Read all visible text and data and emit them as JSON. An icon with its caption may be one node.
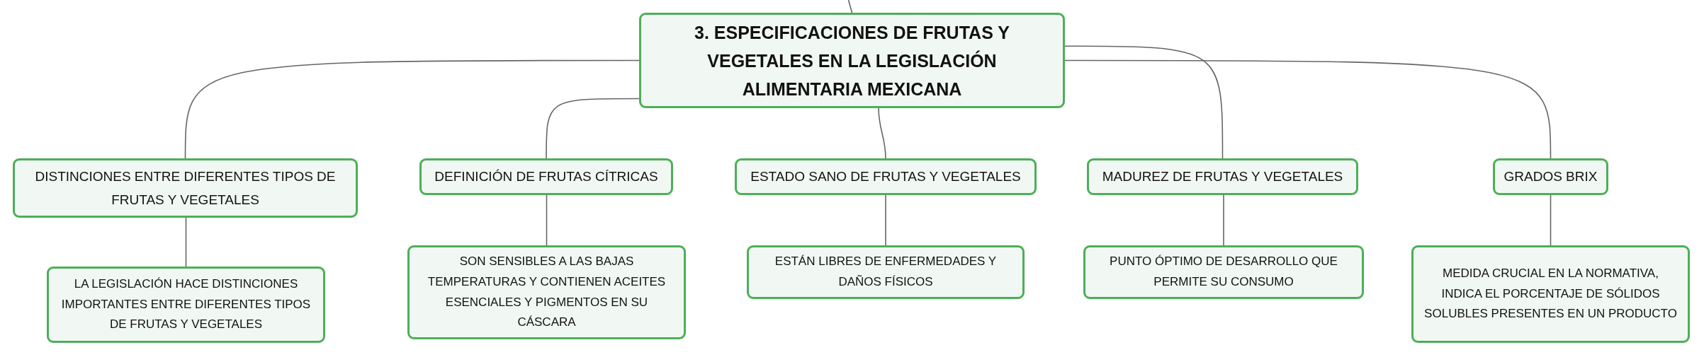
{
  "diagram": {
    "nodes": [
      {
        "text": [
          "3. ESPECIFICACIONES DE FRUTAS Y VEGETALES EN LA LEGISLACIÓN ALIMENTARIA MEXICANA"
        ]
      },
      {
        "text": [
          "DISTINCIONES ENTRE DIFERENTES TIPOS DE FRUTAS Y VEGETALES"
        ]
      },
      {
        "text": [
          "DEFINICIÓN DE FRUTAS CÍTRICAS"
        ]
      },
      {
        "text": [
          "ESTADO SANO DE FRUTAS Y VEGETALES"
        ]
      },
      {
        "text": [
          "MADUREZ DE FRUTAS Y VEGETALES"
        ]
      },
      {
        "text": [
          "GRADOS BRIX"
        ]
      },
      {
        "text": [
          "LA LEGISLACIÓN HACE DISTINCIONES IMPORTANTES ENTRE DIFERENTES TIPOS DE FRUTAS Y VEGETALES"
        ]
      },
      {
        "text": [
          "SON SENSIBLES A LAS BAJAS TEMPERATURAS Y CONTIENEN ACEITES ESENCIALES Y PIGMENTOS EN SU CÁSCARA"
        ]
      },
      {
        "text": [
          "ESTÁN LIBRES DE ENFERMEDADES Y DAÑOS FÍSICOS"
        ]
      },
      {
        "text": [
          "PUNTO ÓPTIMO DE DESARROLLO QUE PERMITE SU CONSUMO"
        ]
      },
      {
        "text": [
          "MEDIDA CRUCIAL EN LA NORMATIVA, INDICA EL PORCENTAJE DE SÓLIDOS SOLUBLES PRESENTES EN UN PRODUCTO"
        ]
      }
    ],
    "edges": [
      {
        "from": null,
        "to": 0,
        "arrow": "none"
      },
      {
        "from": 0,
        "to": 1,
        "arrow": "none"
      },
      {
        "from": 0,
        "to": 2,
        "arrow": "none"
      },
      {
        "from": 0,
        "to": 3,
        "arrow": "none"
      },
      {
        "from": 0,
        "to": 4,
        "arrow": "none"
      },
      {
        "from": 0,
        "to": 5,
        "arrow": "none"
      },
      {
        "from": 1,
        "to": 6,
        "arrow": "none"
      },
      {
        "from": 2,
        "to": 7,
        "arrow": "none"
      },
      {
        "from": 3,
        "to": 8,
        "arrow": "none"
      },
      {
        "from": 4,
        "to": 9,
        "arrow": "none"
      },
      {
        "from": 5,
        "to": 10,
        "arrow": "none"
      }
    ]
  }
}
